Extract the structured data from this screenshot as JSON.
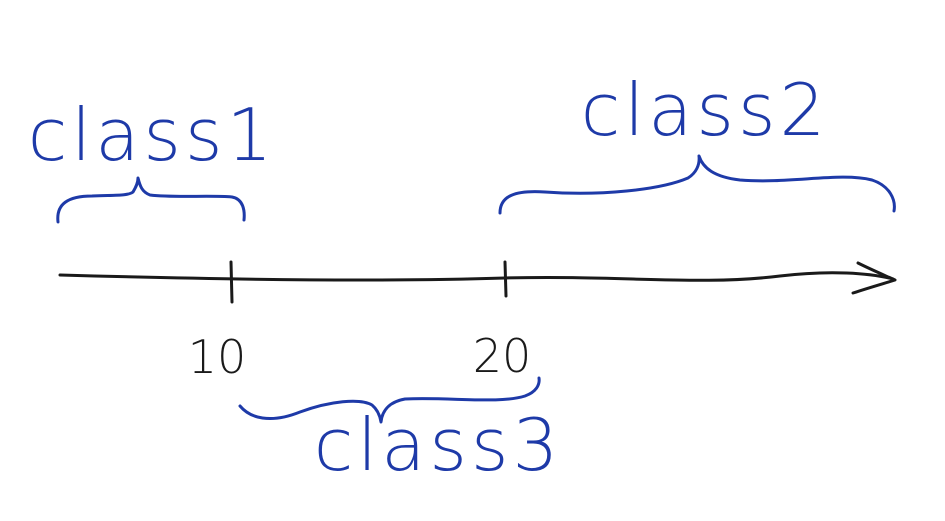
{
  "colors": {
    "axis": "#1a1a1a",
    "annotation": "#1e3aa8"
  },
  "axis": {
    "ticks": [
      {
        "label": "10"
      },
      {
        "label": "20"
      }
    ]
  },
  "classes": [
    {
      "label": "class1"
    },
    {
      "label": "class2"
    },
    {
      "label": "class3"
    }
  ]
}
